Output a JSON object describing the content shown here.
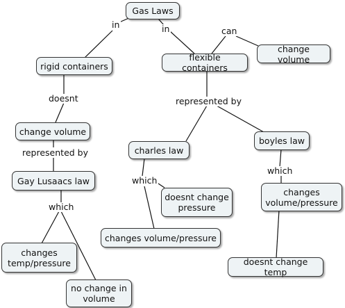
{
  "nodes": {
    "gas_laws": "Gas Laws",
    "rigid_containers": "rigid containers",
    "flexible_containers": "flexible containers",
    "change_volume_top": "change volume",
    "change_volume_left": "change volume",
    "gay_lusaacs_law": "Gay Lusaacs law",
    "changes_temp_pressure": "changes\ntemp/pressure",
    "no_change_in_volume": "no change in\nvolume",
    "charles_law": "charles law",
    "doesnt_change_pressure": "doesnt change\npressure",
    "changes_volume_pressure_wide": "changes volume/pressure",
    "boyles_law": "boyles law",
    "changes_volume_pressure_box": "changes\nvolume/pressure",
    "doesnt_change_temp": "doesnt change temp"
  },
  "links": {
    "in_left": "in",
    "in_right": "in",
    "can": "can",
    "doesnt": "doesnt",
    "represented_by_left": "represented by",
    "represented_by_right": "represented by",
    "which_gay": "which",
    "which_charles": "which",
    "which_boyles": "which"
  }
}
